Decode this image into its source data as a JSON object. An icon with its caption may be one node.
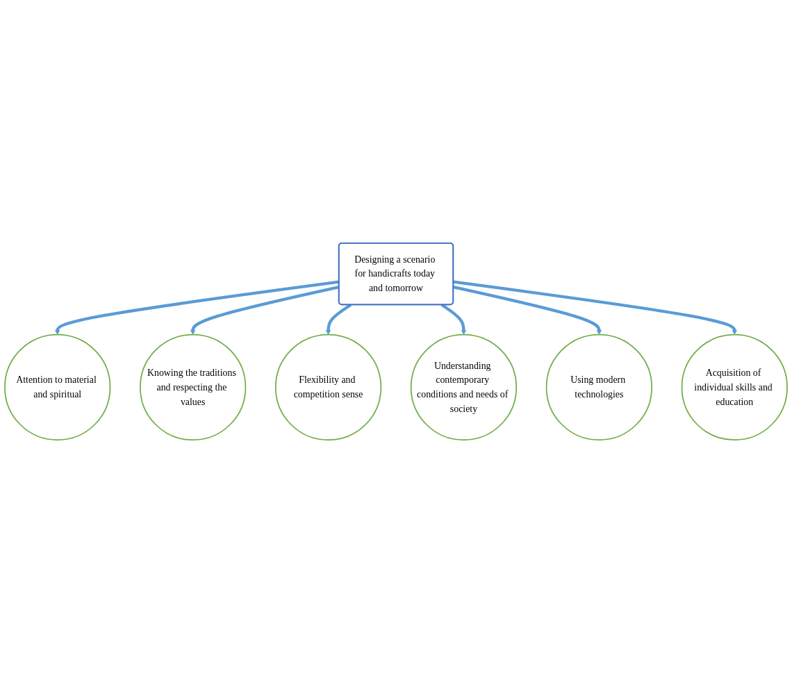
{
  "diagram": {
    "nodes": [
      {
        "text": [
          "Designing a scenario for handicrafts today and tomorrow"
        ]
      },
      {
        "text": [
          "Attention to material and spiritual"
        ]
      },
      {
        "text": [
          "Knowing the traditions and respecting the values"
        ]
      },
      {
        "text": [
          "Flexibility and competition sense"
        ]
      },
      {
        "text": [
          "Understanding contemporary conditions and needs of society"
        ]
      },
      {
        "text": [
          "Using modern technologies"
        ]
      },
      {
        "text": [
          "Acquisition of individual skills and education"
        ]
      }
    ],
    "edges": [
      {
        "from": 0,
        "to": 1,
        "arrow": "to"
      },
      {
        "from": 0,
        "to": 2,
        "arrow": "to"
      },
      {
        "from": 0,
        "to": 3,
        "arrow": "to"
      },
      {
        "from": 0,
        "to": 4,
        "arrow": "to"
      },
      {
        "from": 0,
        "to": 5,
        "arrow": "to"
      },
      {
        "from": 0,
        "to": 6,
        "arrow": "to"
      }
    ]
  }
}
